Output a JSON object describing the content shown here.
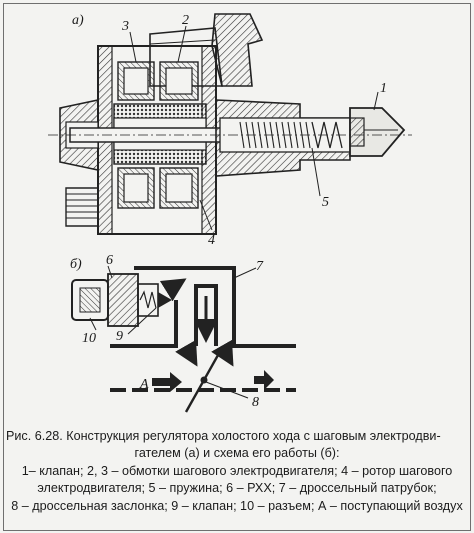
{
  "figure": {
    "part_a_label": "а)",
    "part_b_label": "б)",
    "callouts_a": [
      "1",
      "2",
      "3",
      "4",
      "5"
    ],
    "callouts_b": [
      "6",
      "7",
      "8",
      "9",
      "10",
      "A"
    ]
  },
  "caption": {
    "line1": "Рис. 6.28. Конструкция регулятора холостого хода с шаговым электродви-",
    "line2": "гателем (а) и схема его работы (б):",
    "line3": "1– клапан; 2, 3 – обмотки шагового электродвигателя; 4 – ротор шагового",
    "line4": "электродвигателя; 5 – пружина; 6 – РХХ; 7 – дроссельный патрубок;",
    "line5": "8 – дроссельная заслонка; 9 – клапан; 10 – разъем; А – поступающий воздух"
  }
}
